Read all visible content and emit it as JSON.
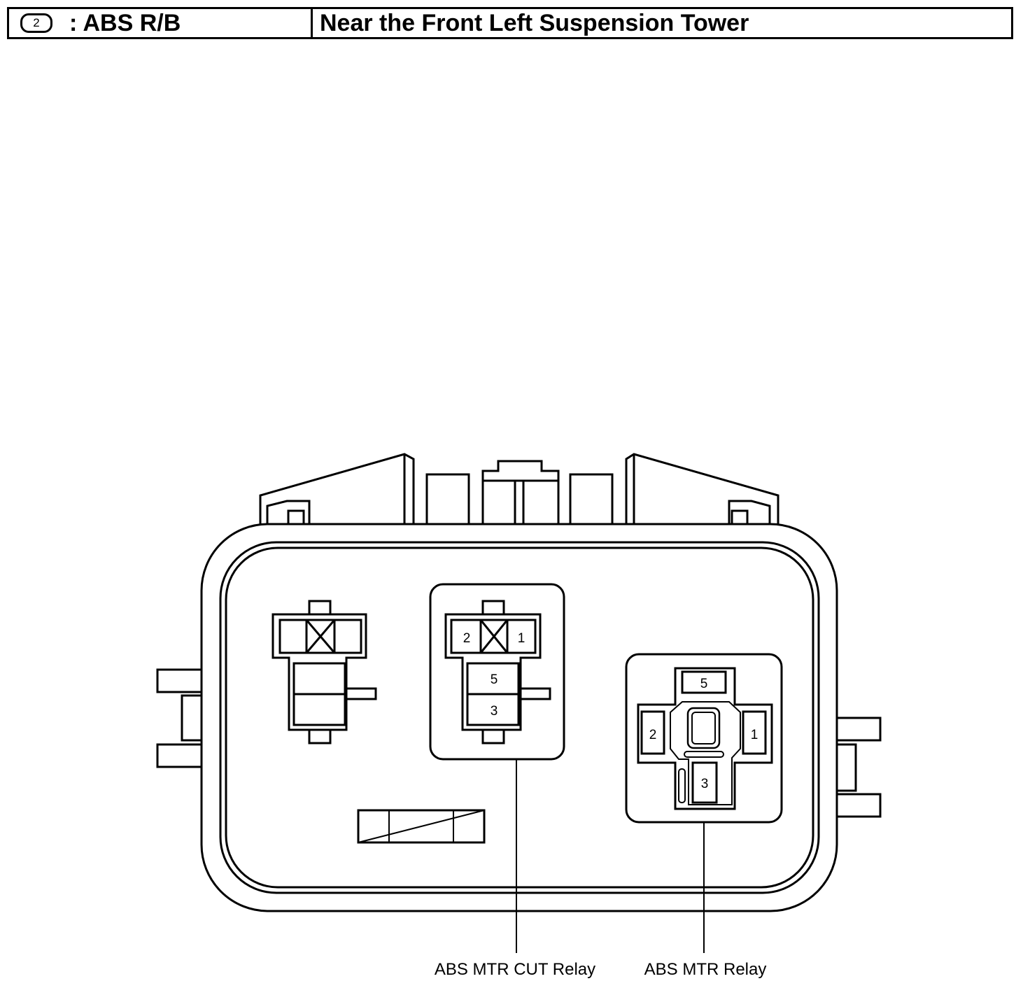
{
  "header": {
    "badge_number": "2",
    "title": ": ABS R/B",
    "location": "Near the Front Left Suspension Tower"
  },
  "relays": {
    "cut_relay": {
      "label": "ABS MTR CUT Relay",
      "pins": {
        "top_left": "2",
        "top_right": "1",
        "middle": "5",
        "bottom": "3"
      }
    },
    "mtr_relay": {
      "label": "ABS MTR Relay",
      "pins": {
        "top": "5",
        "left": "2",
        "right": "1",
        "bottom": "3"
      }
    }
  }
}
